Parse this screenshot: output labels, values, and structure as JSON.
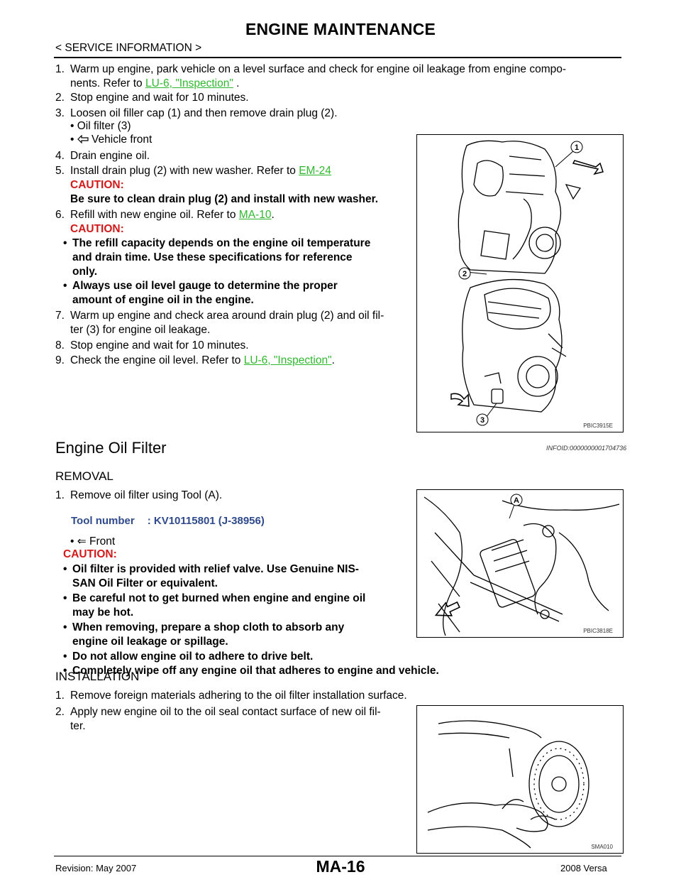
{
  "header": {
    "title": "ENGINE MAINTENANCE",
    "section": "< SERVICE INFORMATION >"
  },
  "drain_steps": {
    "s1": {
      "num": "1.",
      "text": "Warm up engine, park vehicle on a level surface and check for engine oil leakage from engine compo-",
      "text2": "nents. Refer to ",
      "link": "LU-6, \"Inspection\"",
      "after": " ."
    },
    "s2": {
      "num": "2.",
      "text": "Stop engine and wait for 10 minutes."
    },
    "s3": {
      "num": "3.",
      "text": "Loosen oil filler cap (1) and then remove drain plug (2).",
      "b1": "Oil filter (3)",
      "b2": "Vehicle front"
    },
    "s4": {
      "num": "4.",
      "text": "Drain engine oil."
    },
    "s5": {
      "num": "5.",
      "text": "Install drain plug (2) with new washer. Refer to ",
      "link": "EM-24",
      "caution": "CAUTION:",
      "note": "Be sure to clean drain plug (2) and install with new washer."
    },
    "s6": {
      "num": "6.",
      "text": "Refill with new engine oil. Refer to ",
      "link": "MA-10",
      "after": ".",
      "caution": "CAUTION:",
      "c1a": "The refill capacity depends on the engine oil temperature",
      "c1b": "and drain time. Use these specifications for reference",
      "c1c": "only.",
      "c2a": "Always use oil level gauge to determine the proper",
      "c2b": "amount of engine oil in the engine."
    },
    "s7": {
      "num": "7.",
      "text": "Warm up engine and check area around drain plug (2) and oil fil-",
      "text2": "ter (3) for engine oil leakage."
    },
    "s8": {
      "num": "8.",
      "text": "Stop engine and wait for 10 minutes."
    },
    "s9": {
      "num": "9.",
      "text": "Check the engine oil level. Refer to ",
      "link": "LU-6, \"Inspection\"",
      "after": "."
    }
  },
  "figures": {
    "fig1": {
      "id": "PBIC3915E",
      "c1": "1",
      "c2": "2",
      "c3": "3"
    },
    "fig2": {
      "id": "PBIC3818E",
      "ca": "A"
    },
    "fig3": {
      "id": "SMA010"
    }
  },
  "filter": {
    "heading": "Engine Oil Filter",
    "infoid": "INFOID:0000000001704736",
    "removal": "REMOVAL",
    "r1": {
      "num": "1.",
      "text": "Remove oil filter using Tool (A)."
    },
    "tool": {
      "label": "Tool number",
      "value": ": KV10115801 (J-38956)"
    },
    "front": "⇐ Front",
    "caution": "CAUTION:",
    "c1a": "Oil filter is provided with relief valve. Use Genuine NIS-",
    "c1b": "SAN Oil Filter or equivalent.",
    "c2a": "Be careful not to get burned when engine and engine oil",
    "c2b": "may be hot.",
    "c3a": "When removing, prepare a shop cloth to absorb any",
    "c3b": "engine oil leakage or spillage.",
    "c4": "Do not allow engine oil to adhere to drive belt.",
    "c5": "Completely wipe off any engine oil that adheres to engine and vehicle.",
    "installation": "INSTALLATION",
    "i1": {
      "num": "1.",
      "text": "Remove foreign materials adhering to the oil filter installation surface."
    },
    "i2": {
      "num": "2.",
      "text": "Apply new engine oil to the oil seal contact surface of new oil fil-",
      "text2": "ter."
    }
  },
  "footer": {
    "revision": "Revision: May 2007",
    "page": "MA-16",
    "model": "2008 Versa"
  }
}
